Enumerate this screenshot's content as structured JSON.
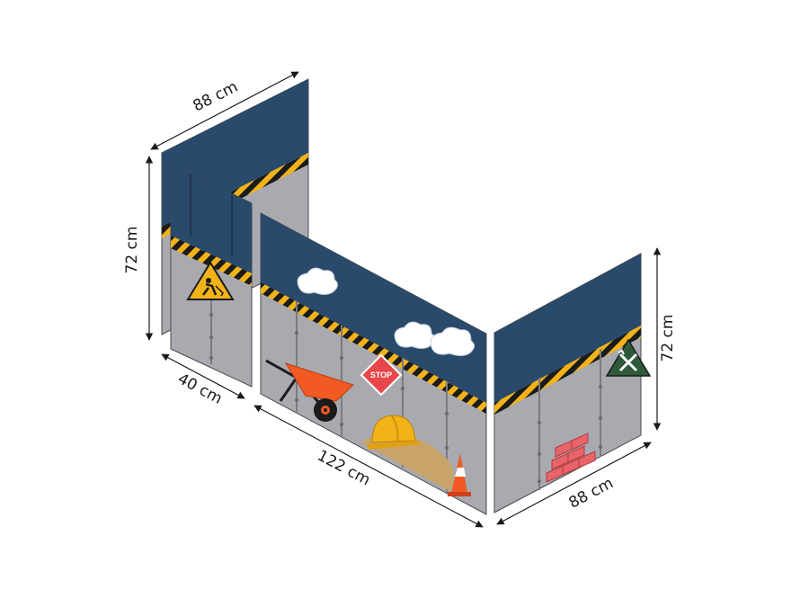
{
  "dimensions": {
    "back_width": "88 cm",
    "left_height": "72 cm",
    "left_depth": "40 cm",
    "front_width": "122 cm",
    "right_height": "72 cm",
    "right_width": "88 cm"
  },
  "signs": {
    "stop": "STOP"
  },
  "colors": {
    "navy": "#2a4a6b",
    "gray": "#a9a9b0",
    "hazard_yellow": "#f2b318",
    "orange": "#f15a22",
    "green_sign": "#2e5a3a",
    "stop_red": "#e8464a",
    "sand": "#c8a46a",
    "brick": "#e8646a"
  },
  "icons": [
    "worker-sign-icon",
    "stop-sign-icon",
    "tools-sign-icon",
    "wheelbarrow-icon",
    "hard-hat-icon",
    "traffic-cone-icon",
    "bricks-icon",
    "cloud-icon"
  ]
}
